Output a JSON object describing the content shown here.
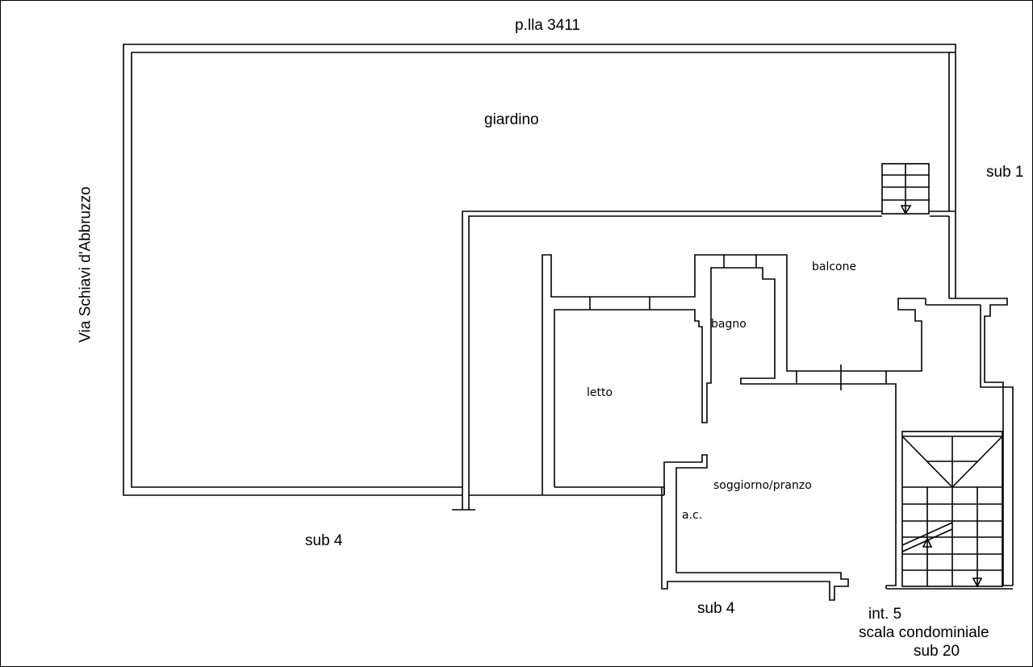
{
  "plan": {
    "labels": {
      "top_parcel": "p.lla 3411",
      "garden": "giardino",
      "street": "Via Schiavi d'Abbruzzo",
      "right_sub": "sub 1",
      "balcony": "balcone",
      "bathroom": "bagno",
      "bedroom": "letto",
      "living": "soggiorno/pranzo",
      "ac": "a.c.",
      "bottom_left_sub": "sub 4",
      "bottom_mid_sub": "sub 4",
      "interior": "int. 5",
      "staircase": "scala condominiale",
      "staircase_sub": "sub 20"
    },
    "line_color": "#000000",
    "background": "#ffffff"
  }
}
